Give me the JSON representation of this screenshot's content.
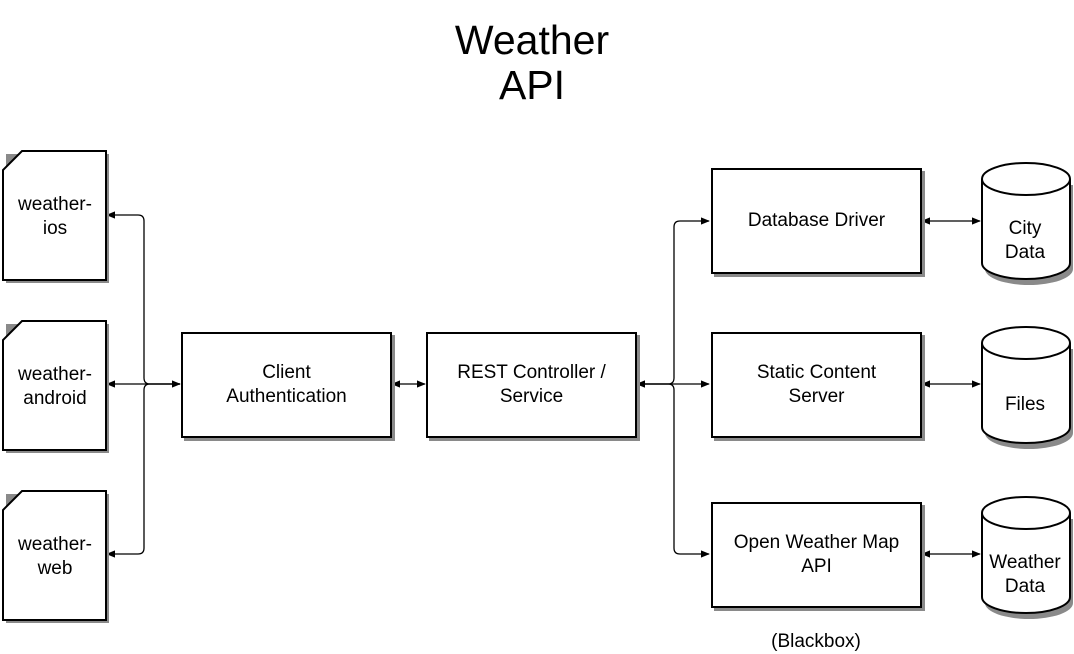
{
  "title": {
    "line1": "Weather",
    "line2": "API"
  },
  "clients": [
    {
      "line1": "weather-",
      "line2": "ios"
    },
    {
      "line1": "weather-",
      "line2": "android"
    },
    {
      "line1": "weather-",
      "line2": "web"
    }
  ],
  "auth": {
    "line1": "Client",
    "line2": "Authentication"
  },
  "controller": {
    "line1": "REST Controller /",
    "line2": "Service"
  },
  "services": [
    {
      "line1": "Database Driver",
      "line2": ""
    },
    {
      "line1": "Static Content",
      "line2": "Server"
    },
    {
      "line1": "Open Weather Map",
      "line2": "API"
    }
  ],
  "stores": [
    {
      "line1": "City",
      "line2": "Data"
    },
    {
      "line1": "Files",
      "line2": ""
    },
    {
      "line1": "Weather",
      "line2": "Data"
    }
  ],
  "footnote": "(Blackbox)"
}
